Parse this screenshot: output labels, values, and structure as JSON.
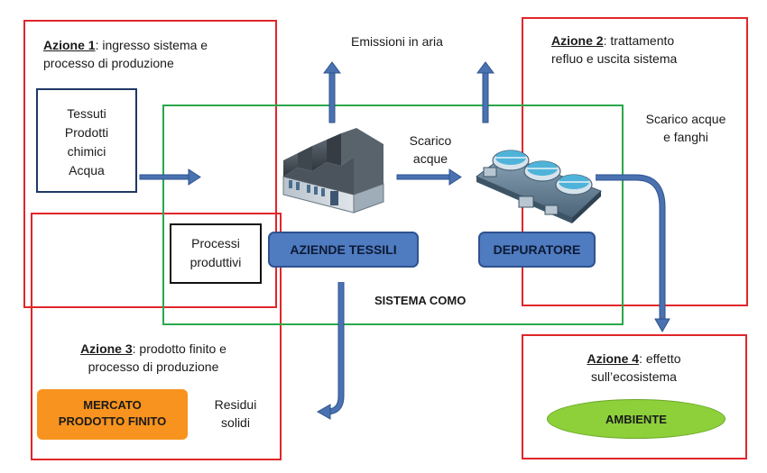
{
  "actions": {
    "a1": {
      "label": "Azione 1",
      "line1": ": ingresso sistema e",
      "line2": "processo di produzione"
    },
    "a2": {
      "label": "Azione 2",
      "line1": ":  trattamento",
      "line2": "refluo e uscita sistema"
    },
    "a3": {
      "label": "Azione 3",
      "line1": ": prodotto finito e",
      "line2": "processo di produzione"
    },
    "a4": {
      "label": "Azione 4",
      "line1": ": effetto",
      "line2": "sull’ecosistema"
    }
  },
  "inputs": [
    "Tessuti",
    "Prodotti",
    "chimici",
    "Acqua"
  ],
  "process": [
    "Processi",
    "produttivi"
  ],
  "emissions": "Emissioni in aria",
  "scarico_acque": [
    "Scarico",
    "acque"
  ],
  "scarico_fanghi": [
    "Scarico acque",
    "e fanghi"
  ],
  "aziende": "AZIENDE TESSILI",
  "depuratore": "DEPURATORE",
  "sistema": "SISTEMA COMO",
  "mercato": [
    "MERCATO",
    "PRODOTTO FINITO"
  ],
  "residui": [
    "Residui",
    "solidi"
  ],
  "ambiente": "AMBIENTE",
  "colors": {
    "red": "#e0262a",
    "green": "#2aa84a",
    "blue_arrow": "#4a72b0",
    "button": "#4f7bc0",
    "orange": "#f7931e",
    "lime": "#8dd03a"
  }
}
